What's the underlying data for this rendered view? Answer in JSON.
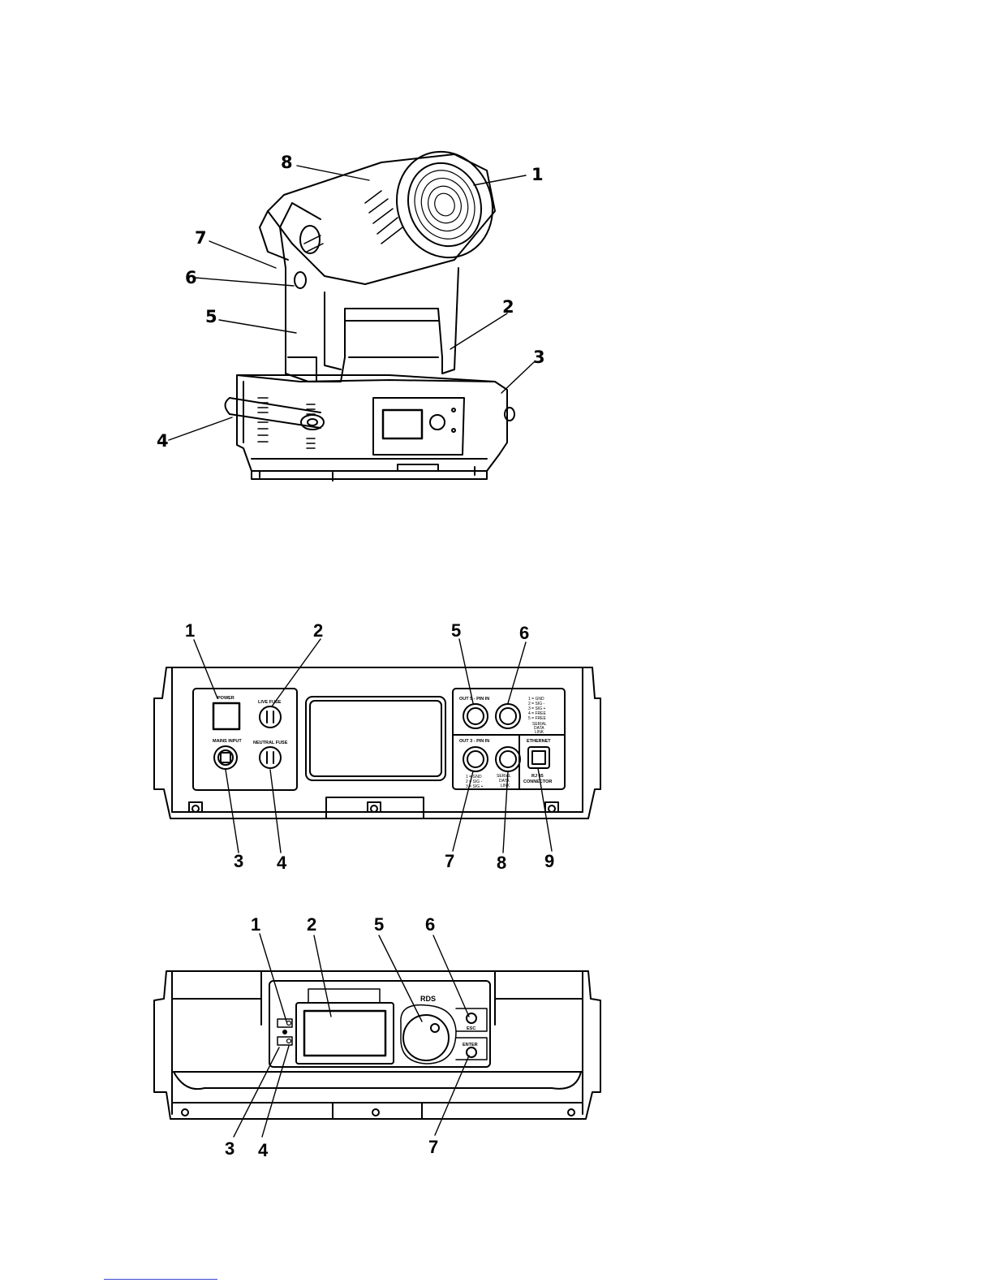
{
  "figure1": {
    "callouts": [
      "8",
      "1",
      "7",
      "6",
      "5",
      "2",
      "3",
      "4"
    ]
  },
  "figure2": {
    "callouts": [
      "1",
      "2",
      "5",
      "6",
      "3",
      "4",
      "7",
      "8",
      "9"
    ],
    "labels": {
      "power": "POWER",
      "live_fuse": "LIVE FUSE",
      "mains_input": "MAINS INPUT",
      "neutral_fuse": "NEUTRAL FUSE",
      "xlr5_header": "OUT   5 - PIN   IN",
      "xlr3_header": "OUT   3 - PIN   IN",
      "pin5_legend": [
        "1 = GND",
        "2 = SIG -",
        "3 = SIG +",
        "4 = FREE",
        "5 = FREE"
      ],
      "serial_data_link_top": [
        "SERIAL",
        "DATA",
        "LINK"
      ],
      "pin3_legend": [
        "1 = GND",
        "2 = SIG -",
        "3 = SIG +"
      ],
      "serial_data_link_bottom": [
        "SERIAL",
        "DATA",
        "LINK"
      ],
      "ethernet": "ETHERNET",
      "rj45": [
        "RJ 45",
        "CONNECTOR"
      ]
    }
  },
  "figure3": {
    "callouts": [
      "1",
      "2",
      "5",
      "6",
      "3",
      "4",
      "7"
    ],
    "labels": {
      "esc": "ESC",
      "enter": "ENTER",
      "brand": "RDS"
    }
  }
}
